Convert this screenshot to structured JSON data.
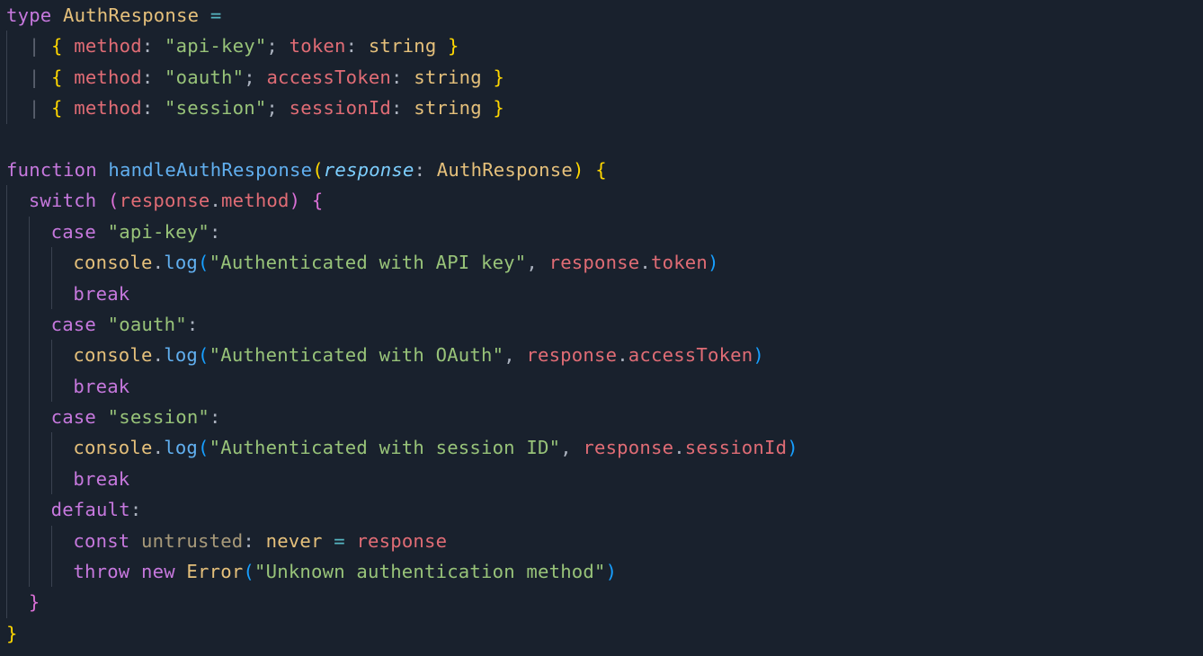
{
  "editor": {
    "language": "typescript",
    "theme": {
      "background": "#19212d",
      "keyword": "#c678dd",
      "type": "#e5c07b",
      "string": "#98c379",
      "property": "#e06c75",
      "function": "#61afef",
      "parameter": "#7dcfff",
      "bracket_level_1": "#ffd700",
      "bracket_level_2": "#da70d6",
      "bracket_level_3": "#179fff",
      "indent_guide": "#3a4250"
    },
    "lines": [
      {
        "indent": 0,
        "tokens": [
          [
            "kw-type",
            "type"
          ],
          [
            "punct",
            " "
          ],
          [
            "type-name",
            "AuthResponse"
          ],
          [
            "punct",
            " "
          ],
          [
            "op",
            "="
          ]
        ]
      },
      {
        "indent": 1,
        "tokens": [
          [
            "pipe",
            "| "
          ],
          [
            "brace-1",
            "{"
          ],
          [
            "punct",
            " "
          ],
          [
            "prop",
            "method"
          ],
          [
            "punct",
            ": "
          ],
          [
            "str",
            "\"api-key\""
          ],
          [
            "punct",
            "; "
          ],
          [
            "prop",
            "token"
          ],
          [
            "punct",
            ": "
          ],
          [
            "prim",
            "string"
          ],
          [
            "punct",
            " "
          ],
          [
            "brace-1",
            "}"
          ]
        ]
      },
      {
        "indent": 1,
        "tokens": [
          [
            "pipe",
            "| "
          ],
          [
            "brace-1",
            "{"
          ],
          [
            "punct",
            " "
          ],
          [
            "prop",
            "method"
          ],
          [
            "punct",
            ": "
          ],
          [
            "str",
            "\"oauth\""
          ],
          [
            "punct",
            "; "
          ],
          [
            "prop",
            "accessToken"
          ],
          [
            "punct",
            ": "
          ],
          [
            "prim",
            "string"
          ],
          [
            "punct",
            " "
          ],
          [
            "brace-1",
            "}"
          ]
        ]
      },
      {
        "indent": 1,
        "tokens": [
          [
            "pipe",
            "| "
          ],
          [
            "brace-1",
            "{"
          ],
          [
            "punct",
            " "
          ],
          [
            "prop",
            "method"
          ],
          [
            "punct",
            ": "
          ],
          [
            "str",
            "\"session\""
          ],
          [
            "punct",
            "; "
          ],
          [
            "prop",
            "sessionId"
          ],
          [
            "punct",
            ": "
          ],
          [
            "prim",
            "string"
          ],
          [
            "punct",
            " "
          ],
          [
            "brace-1",
            "}"
          ]
        ]
      },
      {
        "indent": 0,
        "tokens": []
      },
      {
        "indent": 0,
        "tokens": [
          [
            "kw",
            "function"
          ],
          [
            "punct",
            " "
          ],
          [
            "fn",
            "handleAuthResponse"
          ],
          [
            "brace-1",
            "("
          ],
          [
            "param",
            "response"
          ],
          [
            "punct",
            ": "
          ],
          [
            "type-name",
            "AuthResponse"
          ],
          [
            "brace-1",
            ")"
          ],
          [
            "punct",
            " "
          ],
          [
            "brace-1",
            "{"
          ]
        ]
      },
      {
        "indent": 1,
        "tokens": [
          [
            "kw",
            "switch"
          ],
          [
            "punct",
            " "
          ],
          [
            "brace-2",
            "("
          ],
          [
            "var",
            "response"
          ],
          [
            "punct",
            "."
          ],
          [
            "var",
            "method"
          ],
          [
            "brace-2",
            ")"
          ],
          [
            "punct",
            " "
          ],
          [
            "brace-2",
            "{"
          ]
        ]
      },
      {
        "indent": 2,
        "tokens": [
          [
            "kw",
            "case"
          ],
          [
            "punct",
            " "
          ],
          [
            "str",
            "\"api-key\""
          ],
          [
            "punct",
            ":"
          ]
        ]
      },
      {
        "indent": 3,
        "tokens": [
          [
            "obj",
            "console"
          ],
          [
            "punct",
            "."
          ],
          [
            "fn",
            "log"
          ],
          [
            "brace-3",
            "("
          ],
          [
            "str",
            "\"Authenticated with API key\""
          ],
          [
            "punct",
            ", "
          ],
          [
            "var",
            "response"
          ],
          [
            "punct",
            "."
          ],
          [
            "var",
            "token"
          ],
          [
            "brace-3",
            ")"
          ]
        ]
      },
      {
        "indent": 3,
        "tokens": [
          [
            "kw",
            "break"
          ]
        ]
      },
      {
        "indent": 2,
        "tokens": [
          [
            "kw",
            "case"
          ],
          [
            "punct",
            " "
          ],
          [
            "str",
            "\"oauth\""
          ],
          [
            "punct",
            ":"
          ]
        ]
      },
      {
        "indent": 3,
        "tokens": [
          [
            "obj",
            "console"
          ],
          [
            "punct",
            "."
          ],
          [
            "fn",
            "log"
          ],
          [
            "brace-3",
            "("
          ],
          [
            "str",
            "\"Authenticated with OAuth\""
          ],
          [
            "punct",
            ", "
          ],
          [
            "var",
            "response"
          ],
          [
            "punct",
            "."
          ],
          [
            "var",
            "accessToken"
          ],
          [
            "brace-3",
            ")"
          ]
        ]
      },
      {
        "indent": 3,
        "tokens": [
          [
            "kw",
            "break"
          ]
        ]
      },
      {
        "indent": 2,
        "tokens": [
          [
            "kw",
            "case"
          ],
          [
            "punct",
            " "
          ],
          [
            "str",
            "\"session\""
          ],
          [
            "punct",
            ":"
          ]
        ]
      },
      {
        "indent": 3,
        "tokens": [
          [
            "obj",
            "console"
          ],
          [
            "punct",
            "."
          ],
          [
            "fn",
            "log"
          ],
          [
            "brace-3",
            "("
          ],
          [
            "str",
            "\"Authenticated with session ID\""
          ],
          [
            "punct",
            ", "
          ],
          [
            "var",
            "response"
          ],
          [
            "punct",
            "."
          ],
          [
            "var",
            "sessionId"
          ],
          [
            "brace-3",
            ")"
          ]
        ]
      },
      {
        "indent": 3,
        "tokens": [
          [
            "kw",
            "break"
          ]
        ]
      },
      {
        "indent": 2,
        "tokens": [
          [
            "kw",
            "default"
          ],
          [
            "punct",
            ":"
          ]
        ]
      },
      {
        "indent": 3,
        "tokens": [
          [
            "kw",
            "const"
          ],
          [
            "punct",
            " "
          ],
          [
            "unused",
            "untrusted"
          ],
          [
            "punct",
            ": "
          ],
          [
            "prim",
            "never"
          ],
          [
            "punct",
            " "
          ],
          [
            "op",
            "="
          ],
          [
            "punct",
            " "
          ],
          [
            "var",
            "response"
          ]
        ]
      },
      {
        "indent": 3,
        "tokens": [
          [
            "kw",
            "throw"
          ],
          [
            "punct",
            " "
          ],
          [
            "kw",
            "new"
          ],
          [
            "punct",
            " "
          ],
          [
            "type-name",
            "Error"
          ],
          [
            "brace-3",
            "("
          ],
          [
            "str",
            "\"Unknown authentication method\""
          ],
          [
            "brace-3",
            ")"
          ]
        ]
      },
      {
        "indent": 1,
        "tokens": [
          [
            "brace-2",
            "}"
          ]
        ]
      },
      {
        "indent": 0,
        "tokens": [
          [
            "brace-1",
            "}"
          ]
        ]
      }
    ],
    "guides": [
      {
        "level": 0,
        "from": 1,
        "to": 3
      },
      {
        "level": 0,
        "from": 6,
        "to": 19
      },
      {
        "level": 1,
        "from": 7,
        "to": 18
      },
      {
        "level": 2,
        "from": 8,
        "to": 9
      },
      {
        "level": 2,
        "from": 11,
        "to": 12
      },
      {
        "level": 2,
        "from": 14,
        "to": 15
      },
      {
        "level": 2,
        "from": 17,
        "to": 18
      }
    ]
  }
}
